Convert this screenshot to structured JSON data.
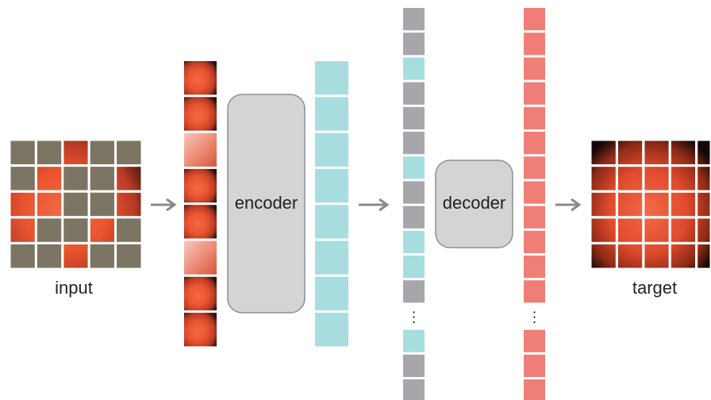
{
  "labels": {
    "input": "input",
    "target": "target",
    "encoder": "encoder",
    "decoder": "decoder",
    "ellipsis": "⋮"
  },
  "colors": {
    "masked_patch": "#7d7563",
    "encoded_token": "#a8dde0",
    "mask_token": "#a7a7ab",
    "output_token": "#ef7f76",
    "block_fill": "#d4d4d6",
    "block_stroke": "#8f8f93",
    "arrow": "#8a8a8a"
  },
  "input_grid": {
    "rows": 5,
    "cols": 5,
    "visible_cells": [
      [
        0,
        2
      ],
      [
        1,
        1
      ],
      [
        1,
        4
      ],
      [
        2,
        0
      ],
      [
        2,
        1
      ],
      [
        2,
        4
      ],
      [
        3,
        0
      ],
      [
        3,
        3
      ],
      [
        4,
        2
      ]
    ]
  },
  "encoder_patches": 8,
  "encoder_tokens": 8,
  "decoder_input_sequence": [
    "mask",
    "mask",
    "enc",
    "mask",
    "mask",
    "mask",
    "enc",
    "mask",
    "mask",
    "enc",
    "enc",
    "mask",
    "gap",
    "enc",
    "mask",
    "mask"
  ],
  "decoder_output_sequence": [
    "out",
    "out",
    "out",
    "out",
    "out",
    "out",
    "out",
    "out",
    "out",
    "out",
    "out",
    "out",
    "gap",
    "out",
    "out",
    "out"
  ]
}
